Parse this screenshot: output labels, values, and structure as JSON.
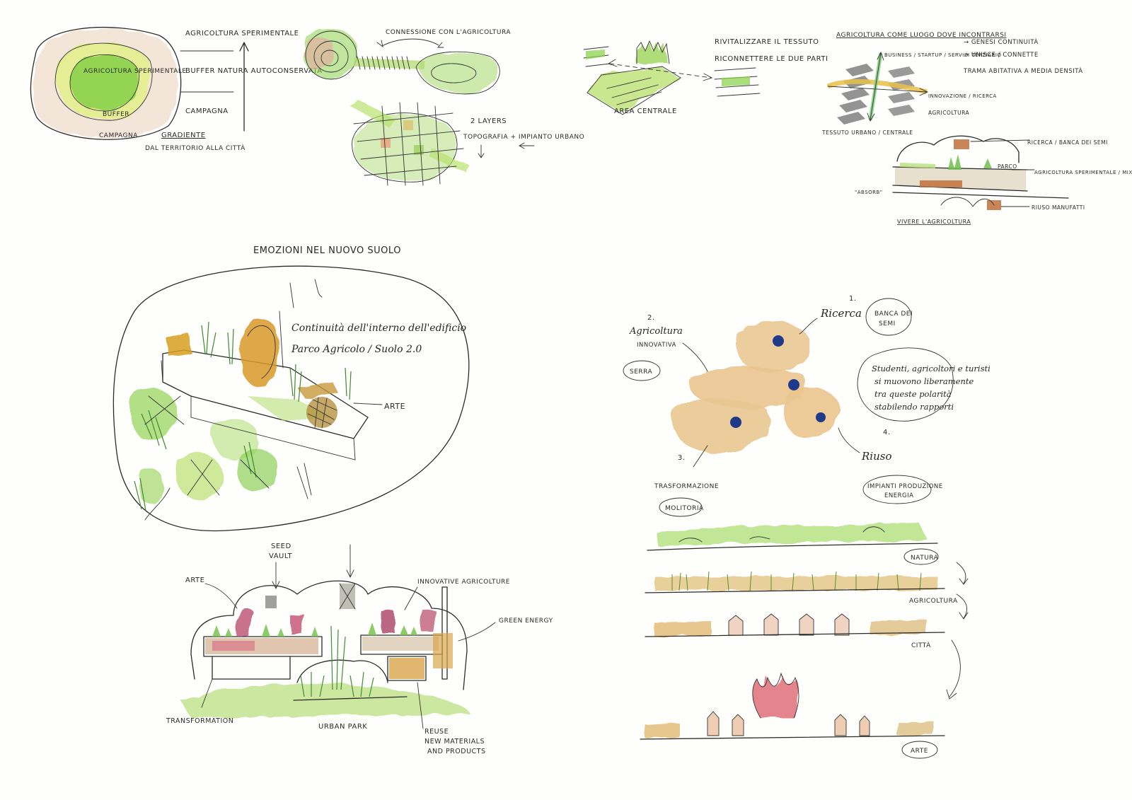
{
  "colors": {
    "ink": "#2a2a2a",
    "green_wash": "#9fd660",
    "light_green": "#cfe88a",
    "tan_wash": "#e8c894",
    "pink_wash": "#e0909a",
    "ochre": "#d9a21e",
    "blue_dot": "#1f3a8a"
  },
  "sketch1": {
    "center": "AGRICOLTURA SPERIMENTALE",
    "buffer": "BUFFER",
    "campagna": "CAMPAGNA",
    "labels": [
      "AGRICOLTURA SPERIMENTALE",
      "BUFFER NATURA AUTOCONSERVATA",
      "CAMPAGNA"
    ],
    "gradient_title": "GRADIENTE",
    "gradient_sub": "DAL TERRITORIO ALLA CITTÀ"
  },
  "sketch2": {
    "connection": "CONNESSIONE CON L'AGRICOLTURA",
    "layers": "2 LAYERS",
    "layers_sub": "TOPOGRAFIA + IMPIANTO URBANO"
  },
  "sketch3": {
    "retissue": "RIVITALIZZARE IL TESSUTO",
    "reconnect": "RICONNETTERE LE DUE PARTI",
    "central_area": "AREA CENTRALE"
  },
  "sketch4": {
    "title": "AGRICOLTURA COME LUOGO DOVE INCONTRARSI",
    "right_notes": [
      "→ GENESI CONTINUITÀ",
      "→ UNISCE / CONNETTE",
      "TRAMA ABITATIVA A MEDIA DENSITÀ"
    ],
    "top_axis": "BUSINESS / STARTUP / SERVIZI TERZIARIO",
    "right_axis": "INNOVAZIONE / RICERCA",
    "agri": "AGRICOLTURA",
    "bottom": "TESSUTO URBANO / CENTRALE",
    "section_labels": [
      "RICERCA / BANCA DEI SEMI",
      "AGRICOLTURA SPERIMENTALE / MIXED \"CAMPO\"",
      "RIUSO MANUFATTI"
    ],
    "parco": "PARCO",
    "absorb": "\"ABSORB\"",
    "section_title": "VIVERE L'AGRICOLTURA"
  },
  "sketch5": {
    "title": "EMOZIONI NEL NUOVO SUOLO",
    "text1": "Continuità dell'interno dell'edificio",
    "text2": "Parco Agricolo / Suolo 2.0",
    "arte": "ARTE"
  },
  "sketch6": {
    "seed_vault": [
      "SEED",
      "VAULT"
    ],
    "arte": "ARTE",
    "innovative": "INNOVATIVE AGRICOLTURE",
    "green_energy": "GREEN ENERGY",
    "transformation": "TRANSFORMATION",
    "urban_park": "URBAN PARK",
    "reuse": [
      "REUSE",
      "NEW MATERIALS",
      "AND PRODUCTS"
    ]
  },
  "sketch7": {
    "n1": "1.",
    "ricerca": "Ricerca",
    "banca": [
      "BANCA DEI",
      "SEMI"
    ],
    "n2": "2.",
    "agri": [
      "Agricoltura",
      "INNOVATIVA"
    ],
    "serra": "SERRA",
    "paragraph": [
      "Studenti, agricoltori e turisti",
      "si muovono liberamente",
      "tra queste polarità",
      "stabilendo rapporti"
    ],
    "n3": "3.",
    "trasf": "TRASFORMAZIONE",
    "molitoria": "MOLITORIA",
    "n4": "4.",
    "riuso": "Riuso",
    "impianti": [
      "IMPIANTI PRODUZIONE",
      "ENERGIA"
    ]
  },
  "sketch8": {
    "labels": [
      "NATURA",
      "AGRICOLTURA",
      "CITTÀ",
      "ARTE"
    ]
  }
}
